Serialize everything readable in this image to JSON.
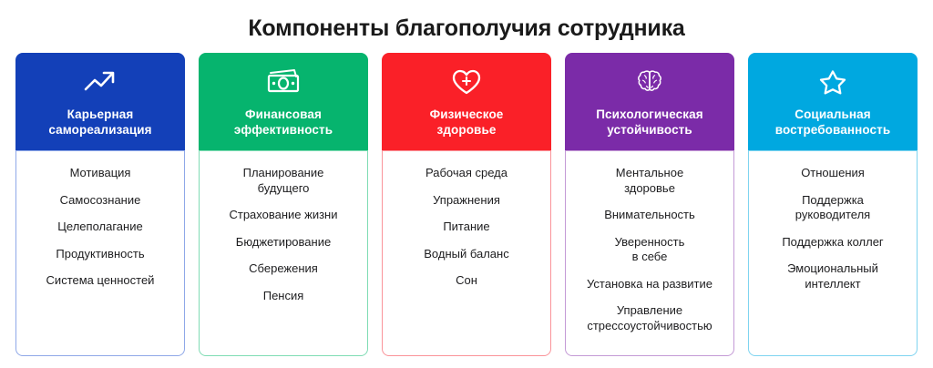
{
  "title": "Компоненты благополучия сотрудника",
  "cards": [
    {
      "title": "Карьерная\nсамореализация",
      "icon": "trending-up-arrow-icon",
      "header_color": "#1340B8",
      "body_border_color": "#8fa8e8",
      "items": [
        "Мотивация",
        "Самосознание",
        "Целеполагание",
        "Продуктивность",
        "Система ценностей"
      ]
    },
    {
      "title": "Финансовая\nэффективность",
      "icon": "banknotes-money-icon",
      "header_color": "#06B46E",
      "body_border_color": "#7fdcb4",
      "items": [
        "Планирование\nбудущего",
        "Страхование жизни",
        "Бюджетирование",
        "Сбережения",
        "Пенсия"
      ]
    },
    {
      "title": "Физическое\nздоровье",
      "icon": "heart-plus-icon",
      "header_color": "#FA2028",
      "body_border_color": "#fa9399",
      "items": [
        "Рабочая среда",
        "Упражнения",
        "Питание",
        "Водный баланс",
        "Сон"
      ]
    },
    {
      "title": "Психологическая\nустойчивость",
      "icon": "brain-icon",
      "header_color": "#7B2BA8",
      "body_border_color": "#c49ad6",
      "items": [
        "Ментальное\nздоровье",
        "Внимательность",
        "Уверенность\nв себе",
        "Установка на развитие",
        "Управление\nстрессоустойчивостью"
      ]
    },
    {
      "title": "Социальная\nвостребованность",
      "icon": "star-icon",
      "header_color": "#00A8E0",
      "body_border_color": "#7fd4f0",
      "items": [
        "Отношения",
        "Поддержка\nруководителя",
        "Поддержка коллег",
        "Эмоциональный\nинтеллект"
      ]
    }
  ]
}
